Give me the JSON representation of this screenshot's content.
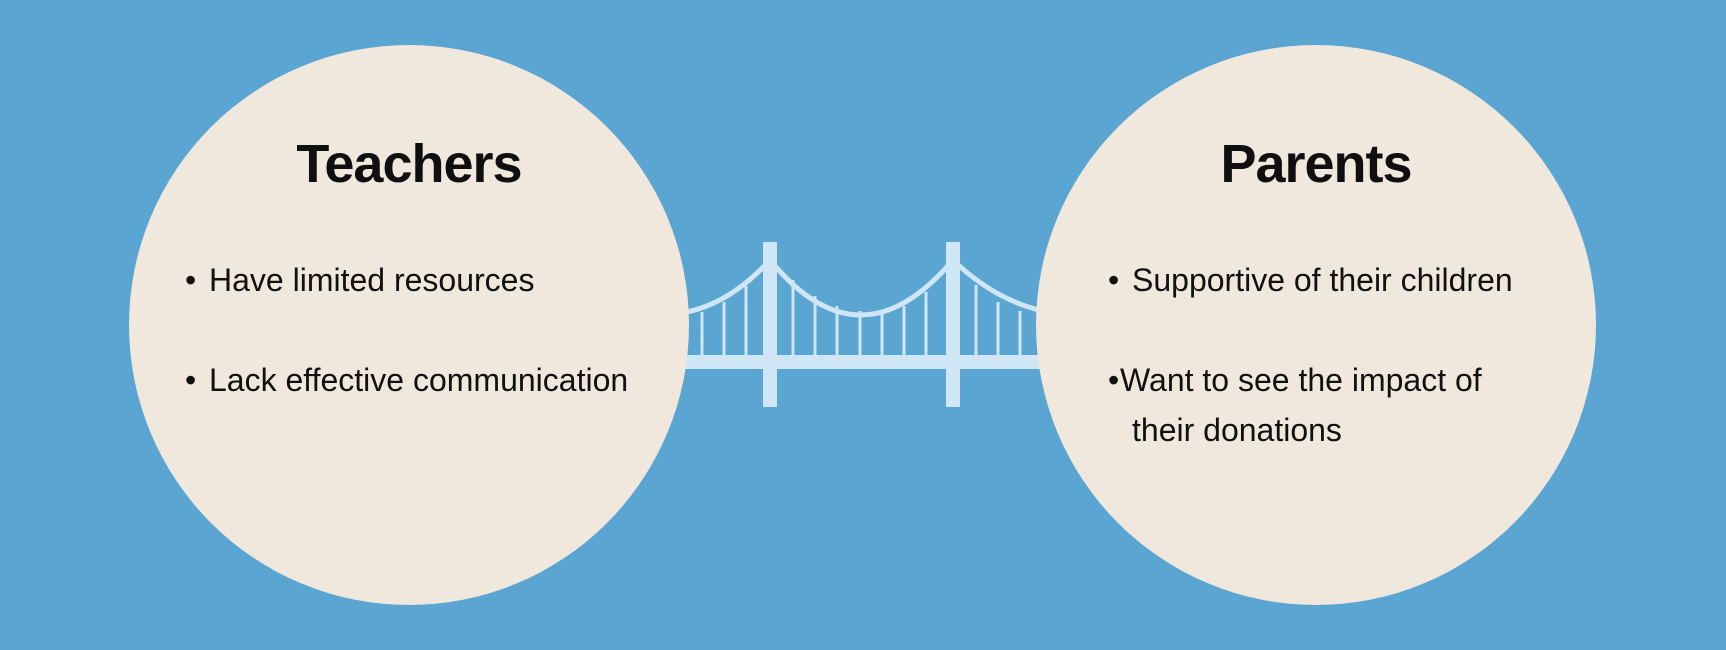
{
  "colors": {
    "background": "#5aa5d1",
    "circle_fill": "#f0e8dc",
    "bridge": "#cfe6f6",
    "text": "#111111"
  },
  "left_circle": {
    "title": "Teachers",
    "bullets": [
      "Have limited resources",
      "Lack effective communication"
    ]
  },
  "right_circle": {
    "title": "Parents",
    "bullets": [
      "Supportive of their children",
      "Want to see the impact of their donations"
    ],
    "bullet_2_line_1": "Want to see the impact of",
    "bullet_2_line_2": "their donations"
  },
  "connector": {
    "icon": "suspension-bridge-icon"
  }
}
